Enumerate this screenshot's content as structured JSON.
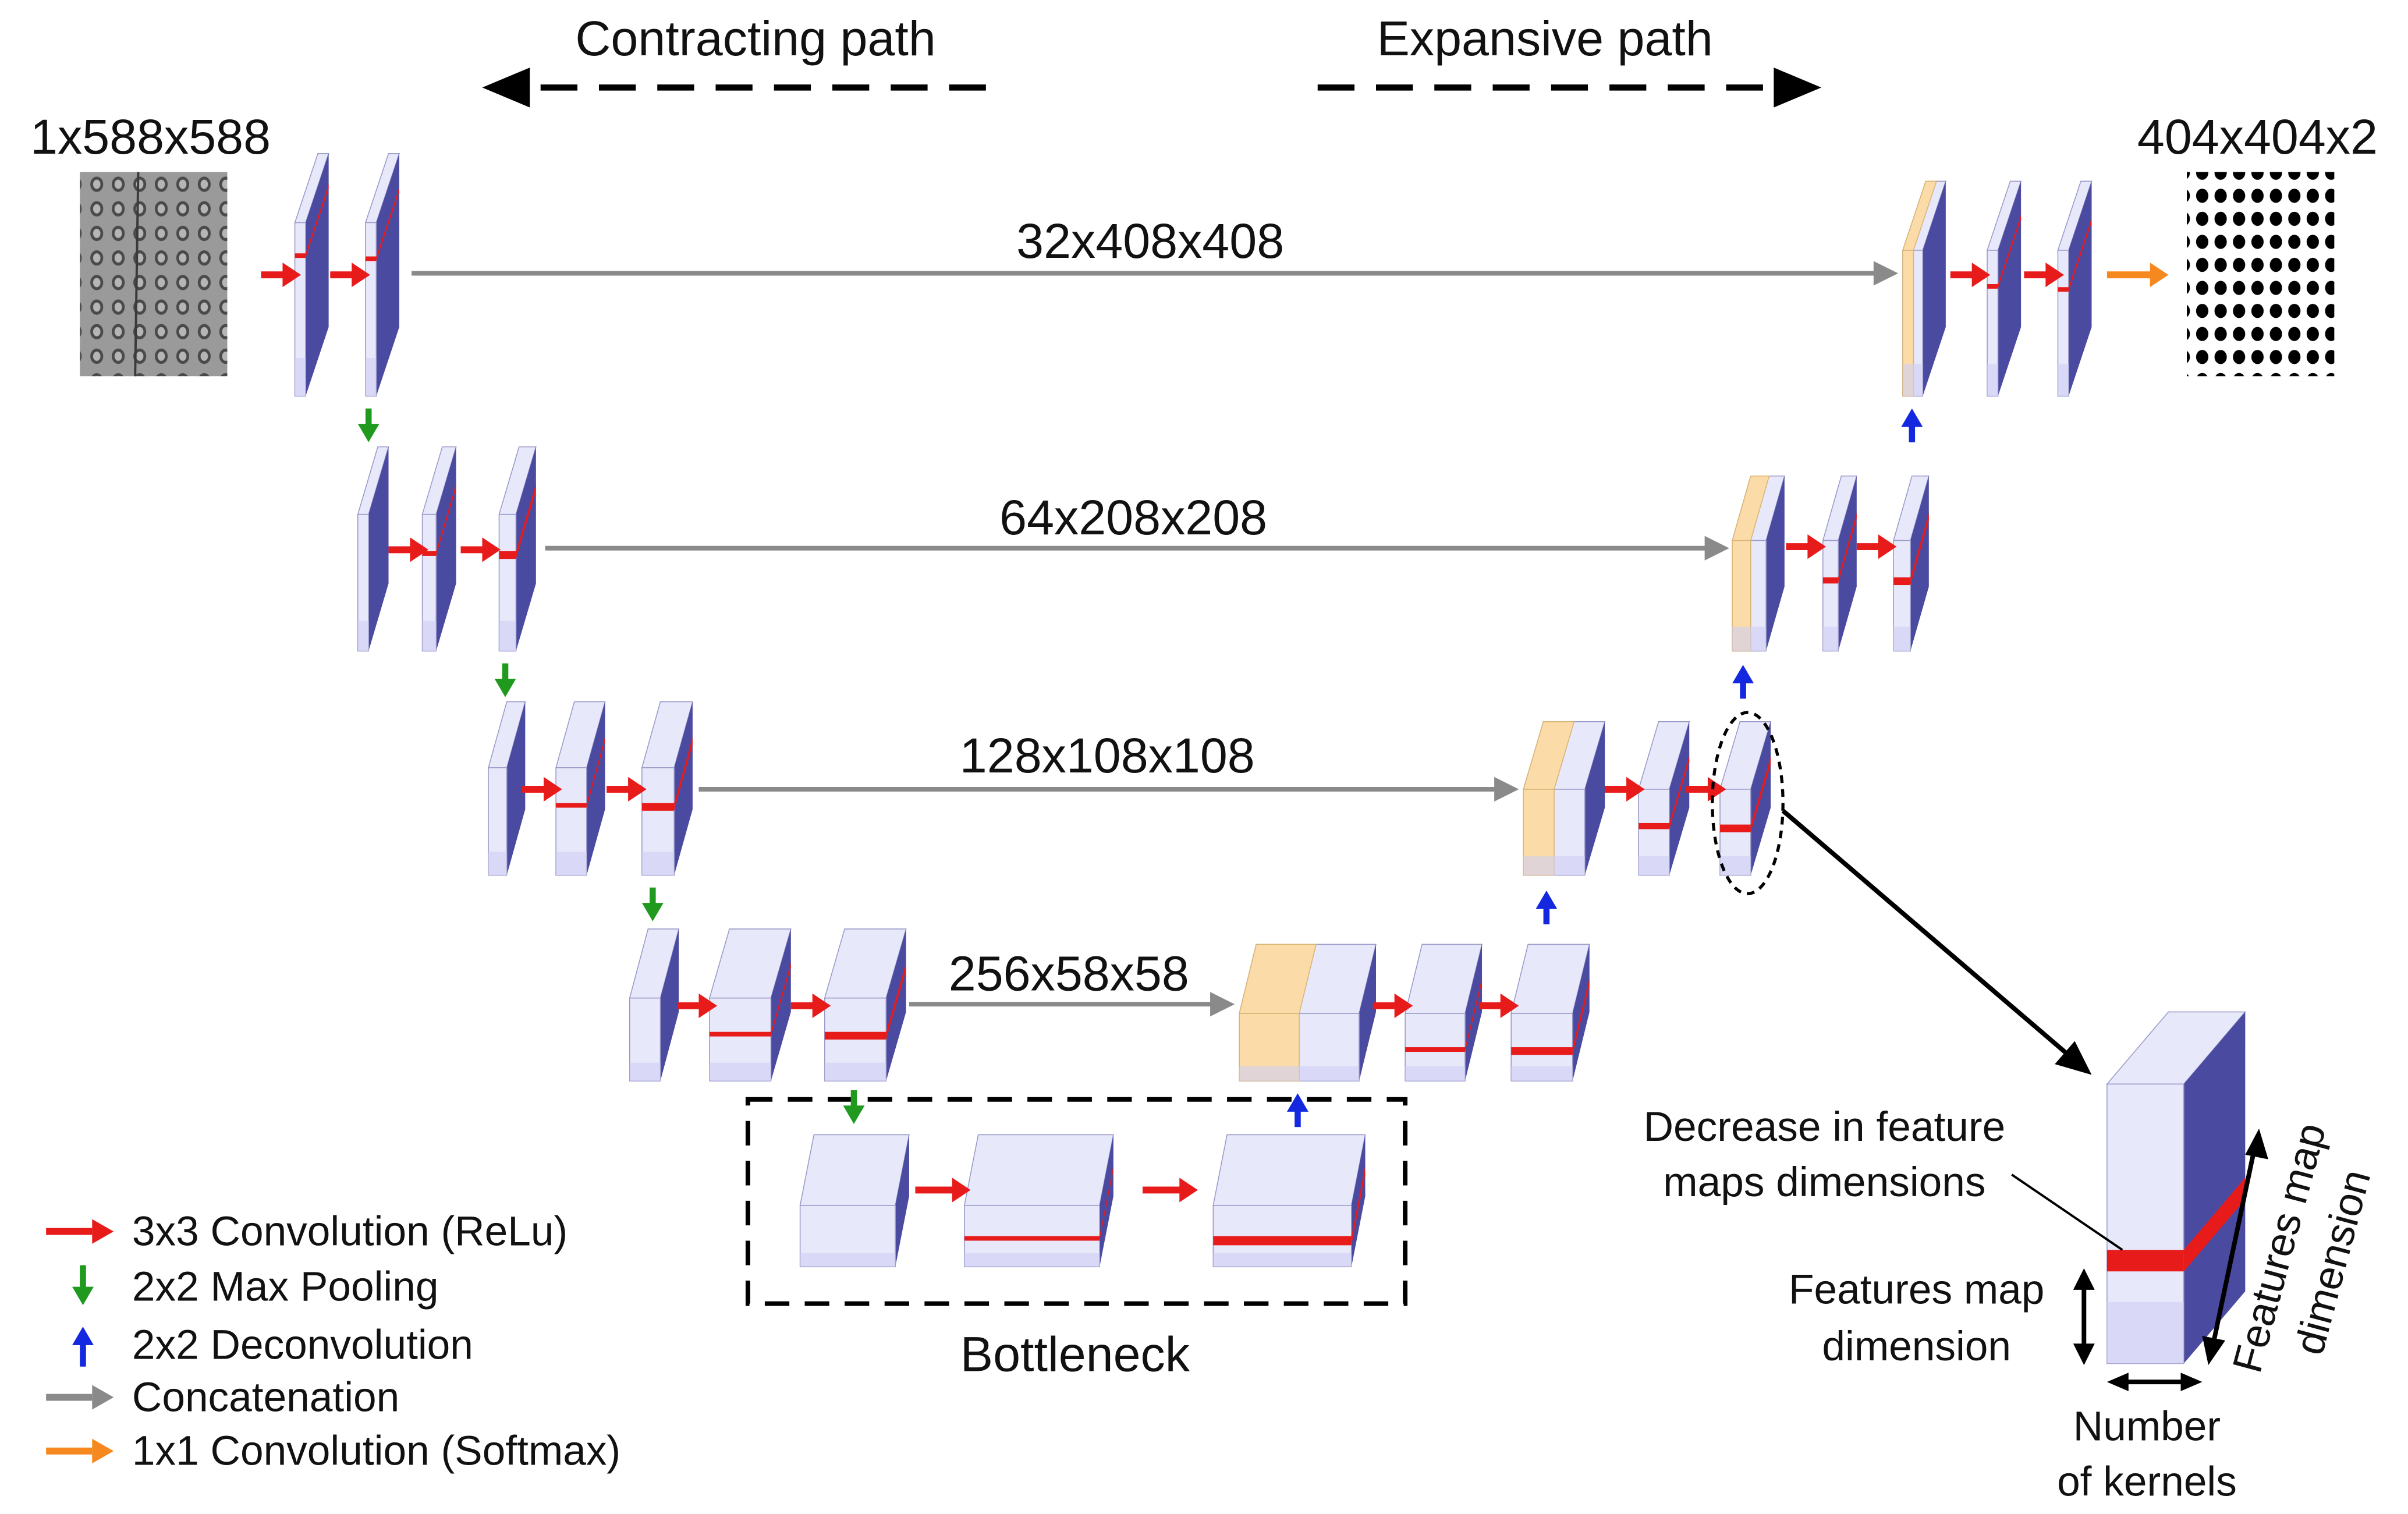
{
  "header": {
    "contracting": "Contracting path",
    "expansive": "Expansive path"
  },
  "input": {
    "size": "1x588x588"
  },
  "output": {
    "size": "404x404x2"
  },
  "skips": [
    {
      "label": "32x408x408"
    },
    {
      "label": "64x208x208"
    },
    {
      "label": "128x108x108"
    },
    {
      "label": "256x58x58"
    }
  ],
  "bottleneck": {
    "label": "Bottleneck"
  },
  "legend": [
    {
      "label": "3x3 Convolution (ReLu)",
      "color": "#e81b1b",
      "icon": "arrow-right-icon"
    },
    {
      "label": "2x2 Max Pooling",
      "color": "#1f9a1f",
      "icon": "arrow-down-icon"
    },
    {
      "label": "2x2 Deconvolution",
      "color": "#1428e0",
      "icon": "arrow-up-icon"
    },
    {
      "label": "Concatenation",
      "color": "#8a8a8a",
      "icon": "arrow-right-icon"
    },
    {
      "label": "1x1 Convolution (Softmax)",
      "color": "#f5891f",
      "icon": "arrow-right-icon"
    }
  ],
  "detail": {
    "decrease_line1": "Decrease in feature",
    "decrease_line2": "maps dimensions",
    "fm_dim_line1": "Features map",
    "fm_dim_line2": "dimension",
    "kernels_line1": "Number",
    "kernels_line2": "of kernels",
    "rot_line1": "Features map",
    "rot_line2": "dimension"
  },
  "colors": {
    "block_front": "#e8e8fb",
    "block_bottom": "#cfcff5",
    "block_side": "#4a4aa0",
    "concat_front": "#fbdca8",
    "conv": "#e81b1b",
    "pool": "#1f9a1f",
    "deconv": "#1428e0",
    "concat": "#8a8a8a",
    "softmax": "#f5891f"
  }
}
